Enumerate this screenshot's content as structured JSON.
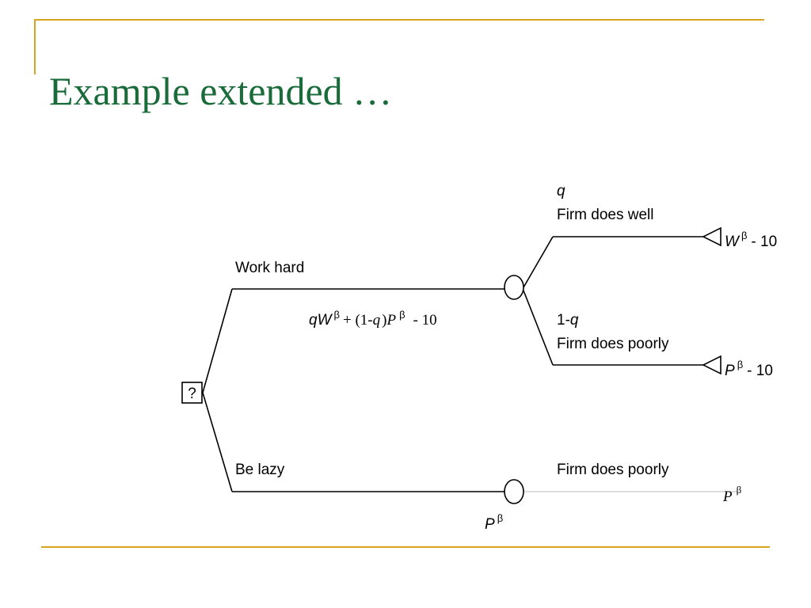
{
  "slide": {
    "title": "Example extended …"
  },
  "colors": {
    "title": "#1a6b3a",
    "accent_line": "#d9a520",
    "ink": "#000000",
    "faint_line": "#bbbbbb"
  },
  "tree": {
    "decision_node": "?",
    "branches": {
      "work_hard": "Work hard",
      "be_lazy": "Be lazy"
    },
    "work_hard_value": {
      "w1": "q",
      "w2": "W",
      "w3": "β",
      "w4": "+ (1-",
      "w5": "q",
      "w6": ")",
      "w7": "P",
      "w8": "β",
      "w9": "- 10"
    },
    "outcomes": {
      "well_prob": "q",
      "well_label": "Firm does well",
      "poor_prob_prefix": "1-",
      "poor_prob_var": "q",
      "poor_label": "Firm does poorly",
      "lazy_label": "Firm does poorly"
    },
    "payoffs": {
      "well_base": "W",
      "well_exp": "β",
      "well_rest": "- 10",
      "poor_base": "P",
      "poor_exp": "β",
      "poor_rest": "- 10",
      "lazy_base": "P",
      "lazy_exp": "β"
    },
    "lazy_value": {
      "base": "P",
      "exp": "β"
    }
  }
}
